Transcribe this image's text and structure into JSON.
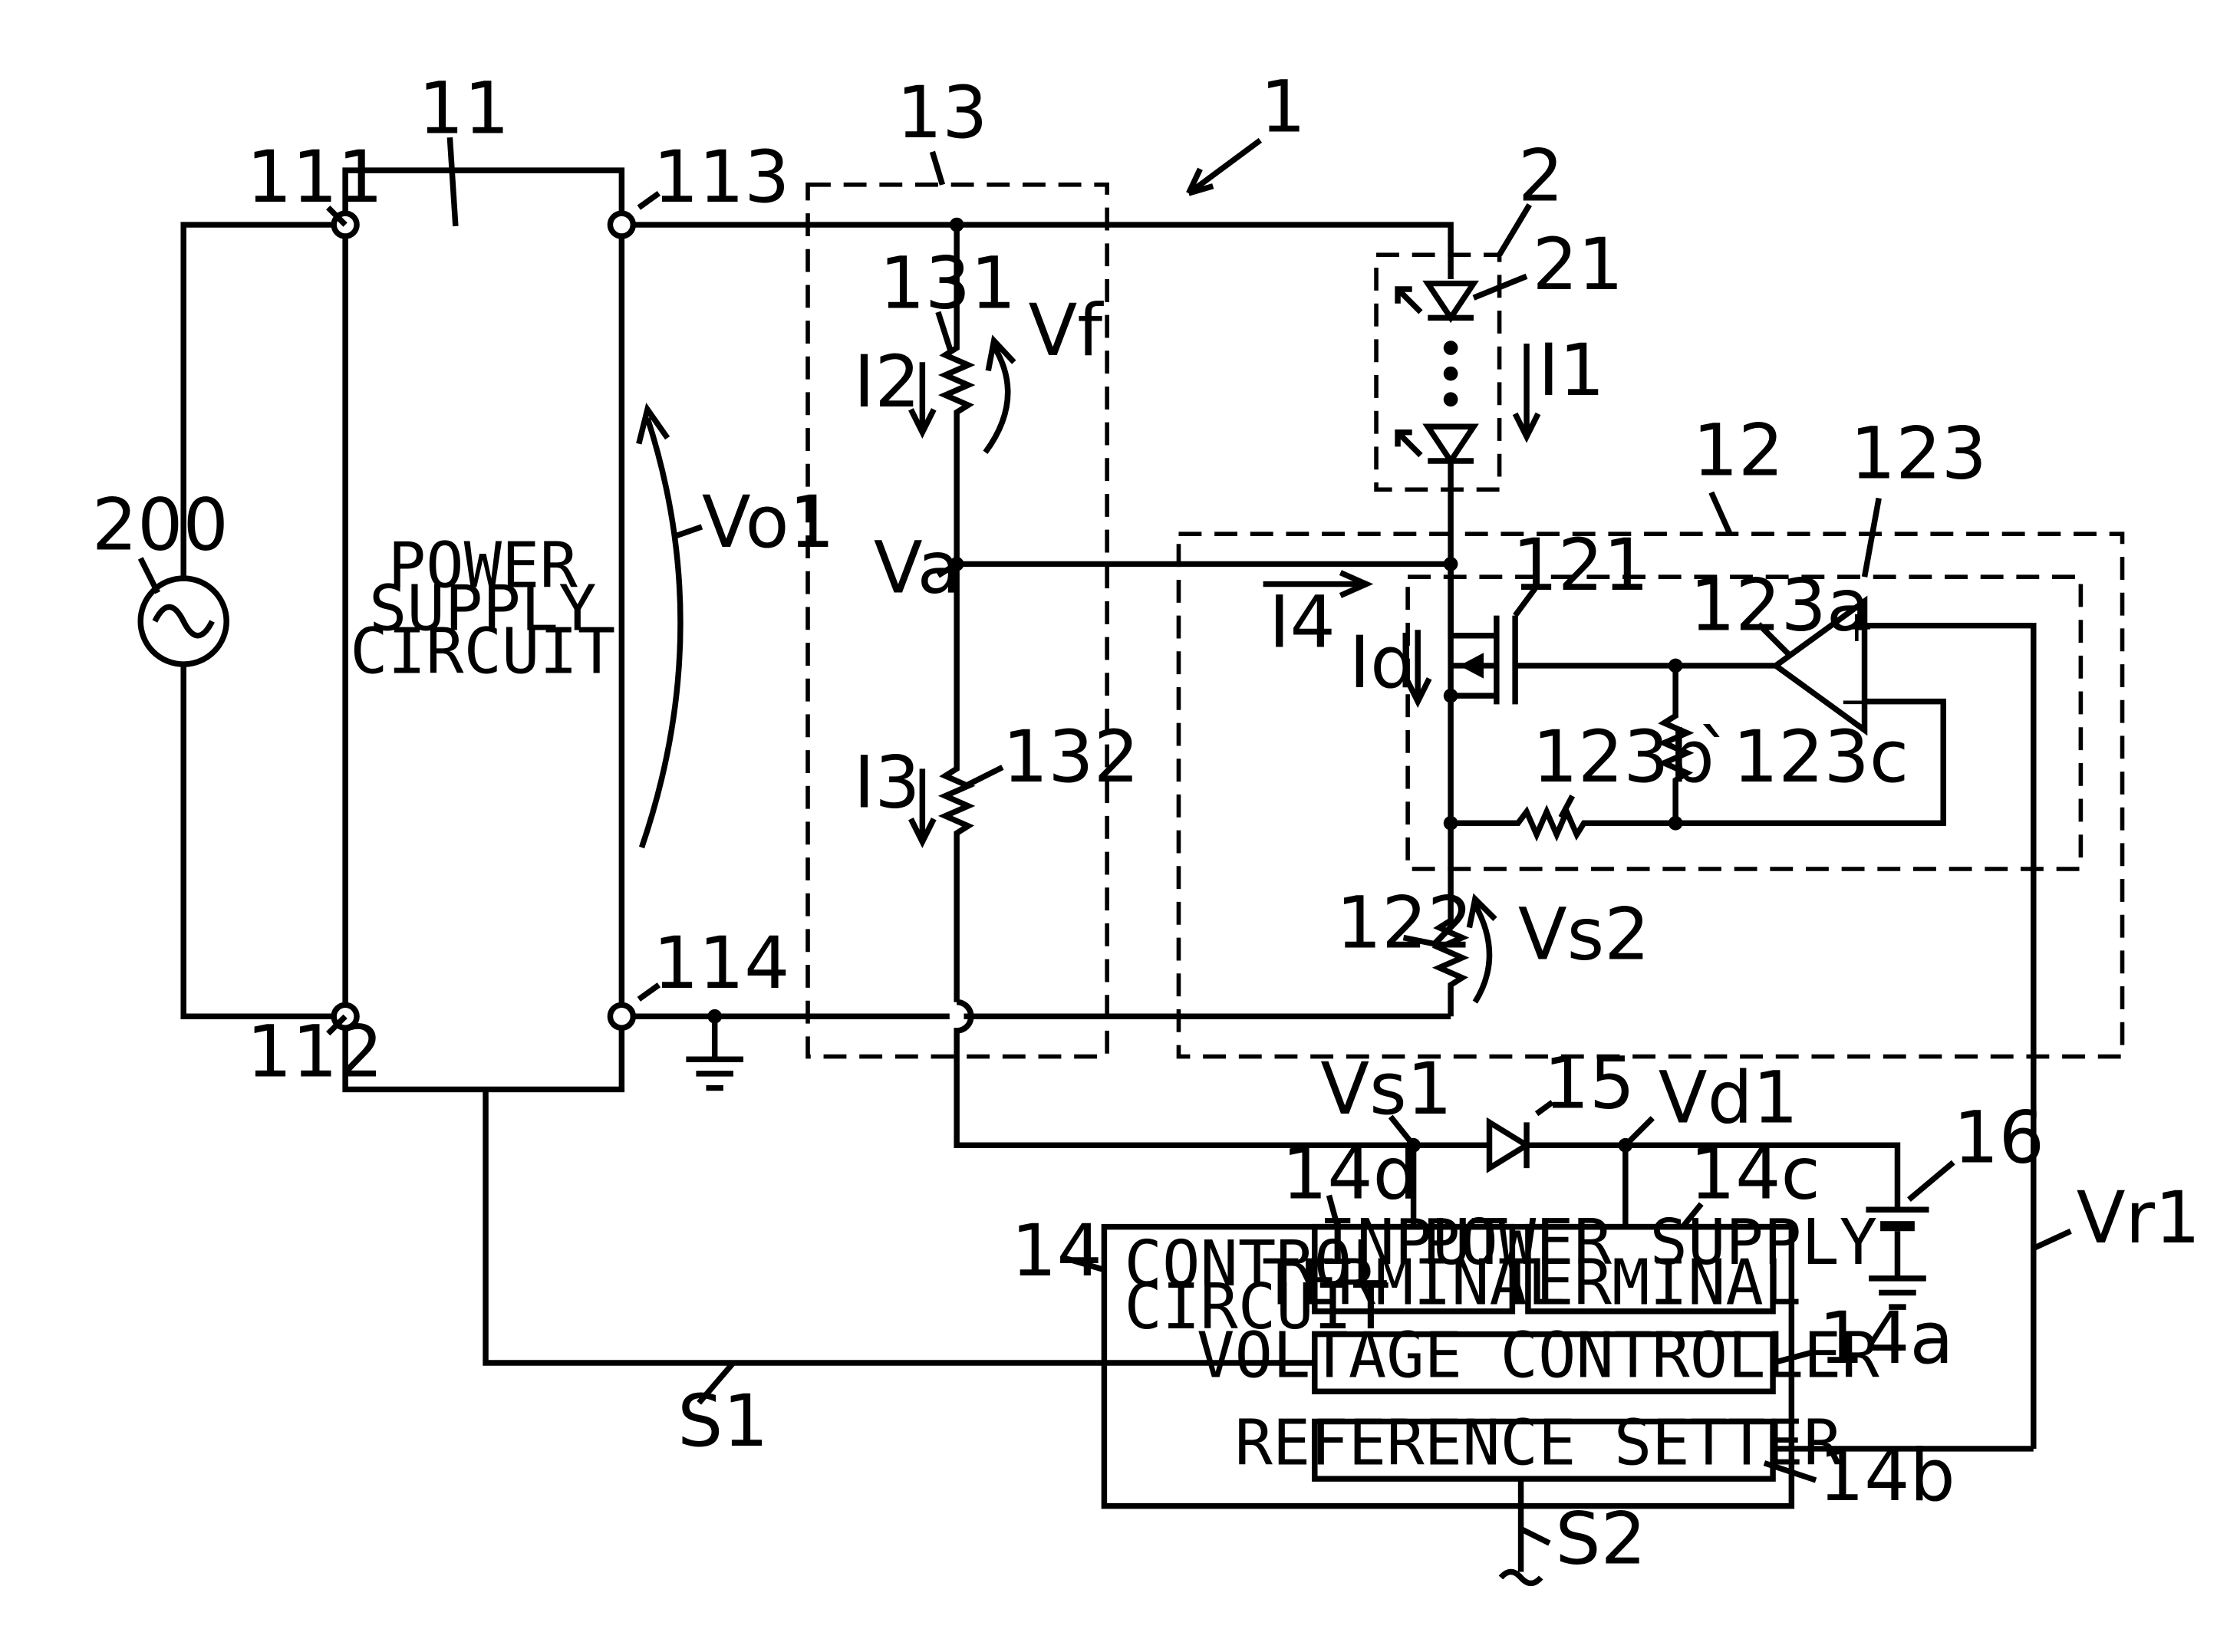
{
  "labels": {
    "ref_1": "1",
    "ref_2": "2",
    "ref_11": "11",
    "ref_12": "12",
    "ref_13": "13",
    "ref_14": "14",
    "ref_15": "15",
    "ref_16": "16",
    "ref_21": "21",
    "ref_111": "111",
    "ref_112": "112",
    "ref_113": "113",
    "ref_114": "114",
    "ref_121": "121",
    "ref_122": "122",
    "ref_123": "123",
    "ref_123a": "123a",
    "ref_123b": "123b",
    "ref_123c": "`123c",
    "ref_131": "131",
    "ref_132": "132",
    "ref_200": "200",
    "ref_14a": "14a",
    "ref_14b": "14b",
    "ref_14c": "14c",
    "ref_14d": "14d",
    "vo1": "Vo1",
    "vf": "Vf",
    "va": "Va",
    "vs1": "Vs1",
    "vs2": "Vs2",
    "vd1": "Vd1",
    "vr1": "Vr1",
    "i1": "I1",
    "i2": "I2",
    "i3": "I3",
    "i4": "I4",
    "id": "Id",
    "s1": "S1",
    "s2": "S2",
    "plus": "+",
    "minus": "−"
  },
  "blocks": {
    "power_supply": [
      "POWER",
      "SUPPLY",
      "CIRCUIT"
    ],
    "control_circuit": [
      "CONTROL",
      "CIRCUIT"
    ],
    "input_terminal": [
      "INPUT",
      "TERMINAL"
    ],
    "power_supply_terminal": [
      "POWER SUPPLY",
      "TERMINAL"
    ],
    "voltage_controller": "VOLTAGE CONTROLLER",
    "reference_setter": "REFERENCE SETTER"
  }
}
